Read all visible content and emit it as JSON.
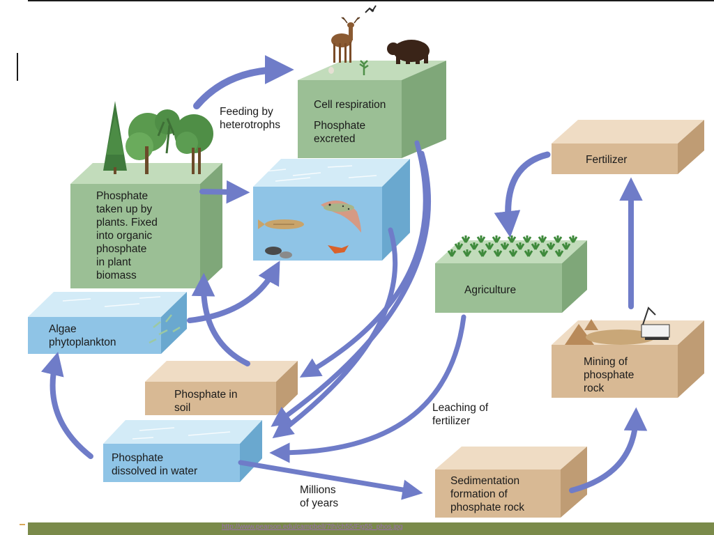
{
  "labels": {
    "feeding": "Feeding by\nheterotrophs",
    "respiration": "Cell respiration",
    "excreted": "Phosphate\nexcreted",
    "fertilizer": "Fertilizer",
    "plants": "Phosphate\ntaken up by\nplants. Fixed\ninto organic\nphosphate\nin plant\nbiomass",
    "agriculture": "Agriculture",
    "algae": "Algae\nphytoplankton",
    "mining": "Mining of\nphosphate\nrock",
    "soil": "Phosphate in\nsoil",
    "leaching": "Leaching of\nfertilizer",
    "dissolved": "Phosphate\ndissolved in water",
    "millions": "Millions\nof years",
    "sedimentation": "Sedimentation\nformation of\nphosphate rock"
  },
  "footer": {
    "link": "http://www.pearson.edu/campbell/7th/ch55/Fig55_phos.jpg"
  },
  "colors": {
    "green_front": "#9bbf95",
    "green_top": "#c2dcbb",
    "green_side": "#7fa779",
    "water_front": "#8fc4e6",
    "water_top": "#d3ebf7",
    "water_side": "#6aa8cf",
    "tan_front": "#d8b994",
    "tan_top": "#efdcc4",
    "tan_side": "#bf9c74",
    "arrow": "#6f7cc8",
    "footer_bar": "#7a8a4a"
  }
}
